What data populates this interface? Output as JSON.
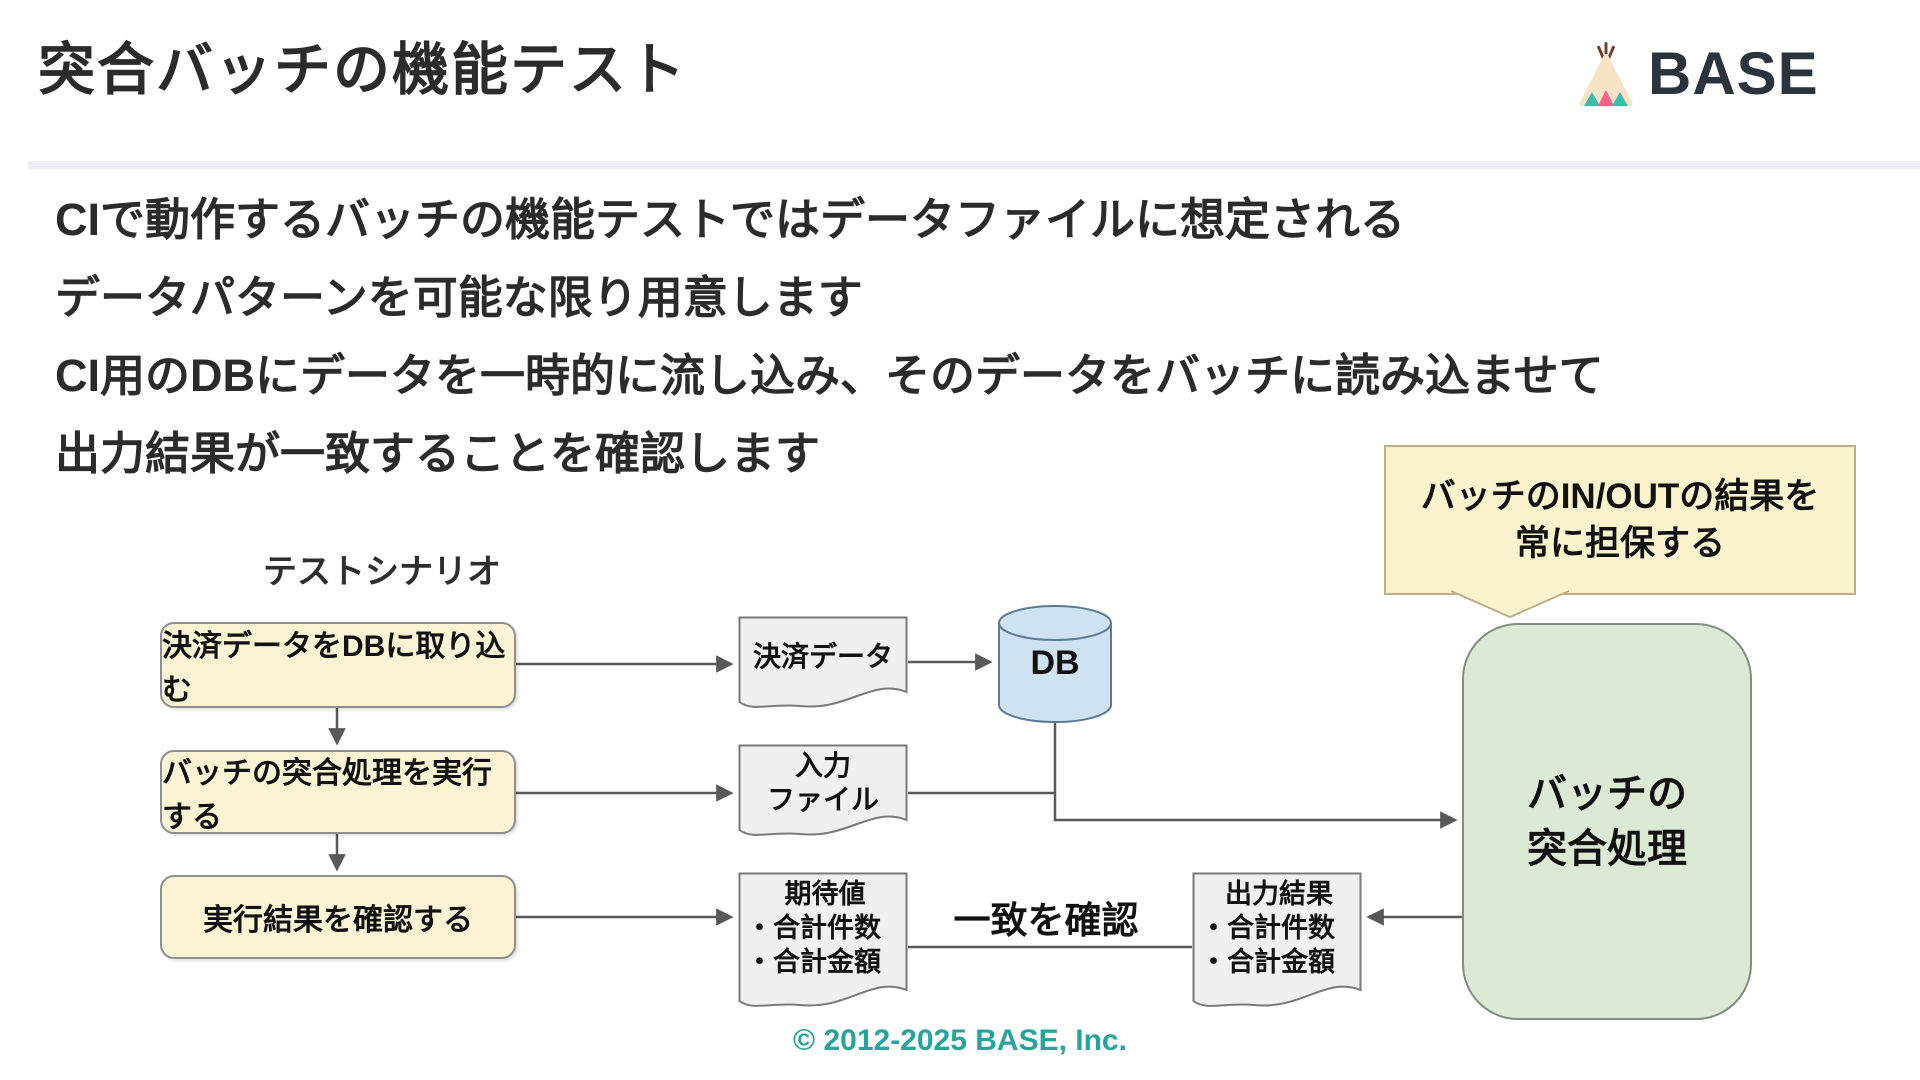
{
  "header": {
    "title": "突合バッチの機能テスト",
    "logo_text": "BASE"
  },
  "intro": {
    "lines": [
      "CIで動作するバッチの機能テストではデータファイルに想定される",
      "データパターンを可能な限り用意します",
      "CI用のDBにデータを一時的に流し込み、そのデータをバッチに読み込ませて",
      "出力結果が一致することを確認します"
    ]
  },
  "diagram": {
    "scenario_label": "テストシナリオ",
    "callout": {
      "line1": "バッチのIN/OUTの結果を",
      "line2": "常に担保する"
    },
    "steps": [
      {
        "label": "決済データをDBに取り込む"
      },
      {
        "label": "バッチの突合処理を実行する"
      },
      {
        "label": "実行結果を確認する"
      }
    ],
    "payment_data_doc": {
      "label": "決済データ"
    },
    "input_file_doc": {
      "line1": "入力",
      "line2": "ファイル"
    },
    "expected_doc": {
      "title": "期待値",
      "item1": "・合計件数",
      "item2": "・合計金額"
    },
    "output_doc": {
      "title": "出力結果",
      "item1": "・合計件数",
      "item2": "・合計金額"
    },
    "db_label": "DB",
    "process_box": {
      "line1": "バッチの",
      "line2": "突合処理"
    },
    "match_label": "一致を確認"
  },
  "footer": {
    "copyright": "© 2012-2025 BASE, Inc."
  },
  "colors": {
    "step_box_fill": "#FCF3D4",
    "callout_fill": "#FCF2CE",
    "process_fill": "#DCEAD5",
    "db_fill": "#CFE2F3",
    "doc_fill": "#F0F0F0",
    "arrow": "#595959",
    "footer_text": "#2AA39A",
    "logo_navy": "#2B333D",
    "logo_teal": "#3ABCAD",
    "logo_pink": "#F2628E",
    "logo_cream": "#F9E3C6",
    "divider": "#ECEEF5"
  }
}
